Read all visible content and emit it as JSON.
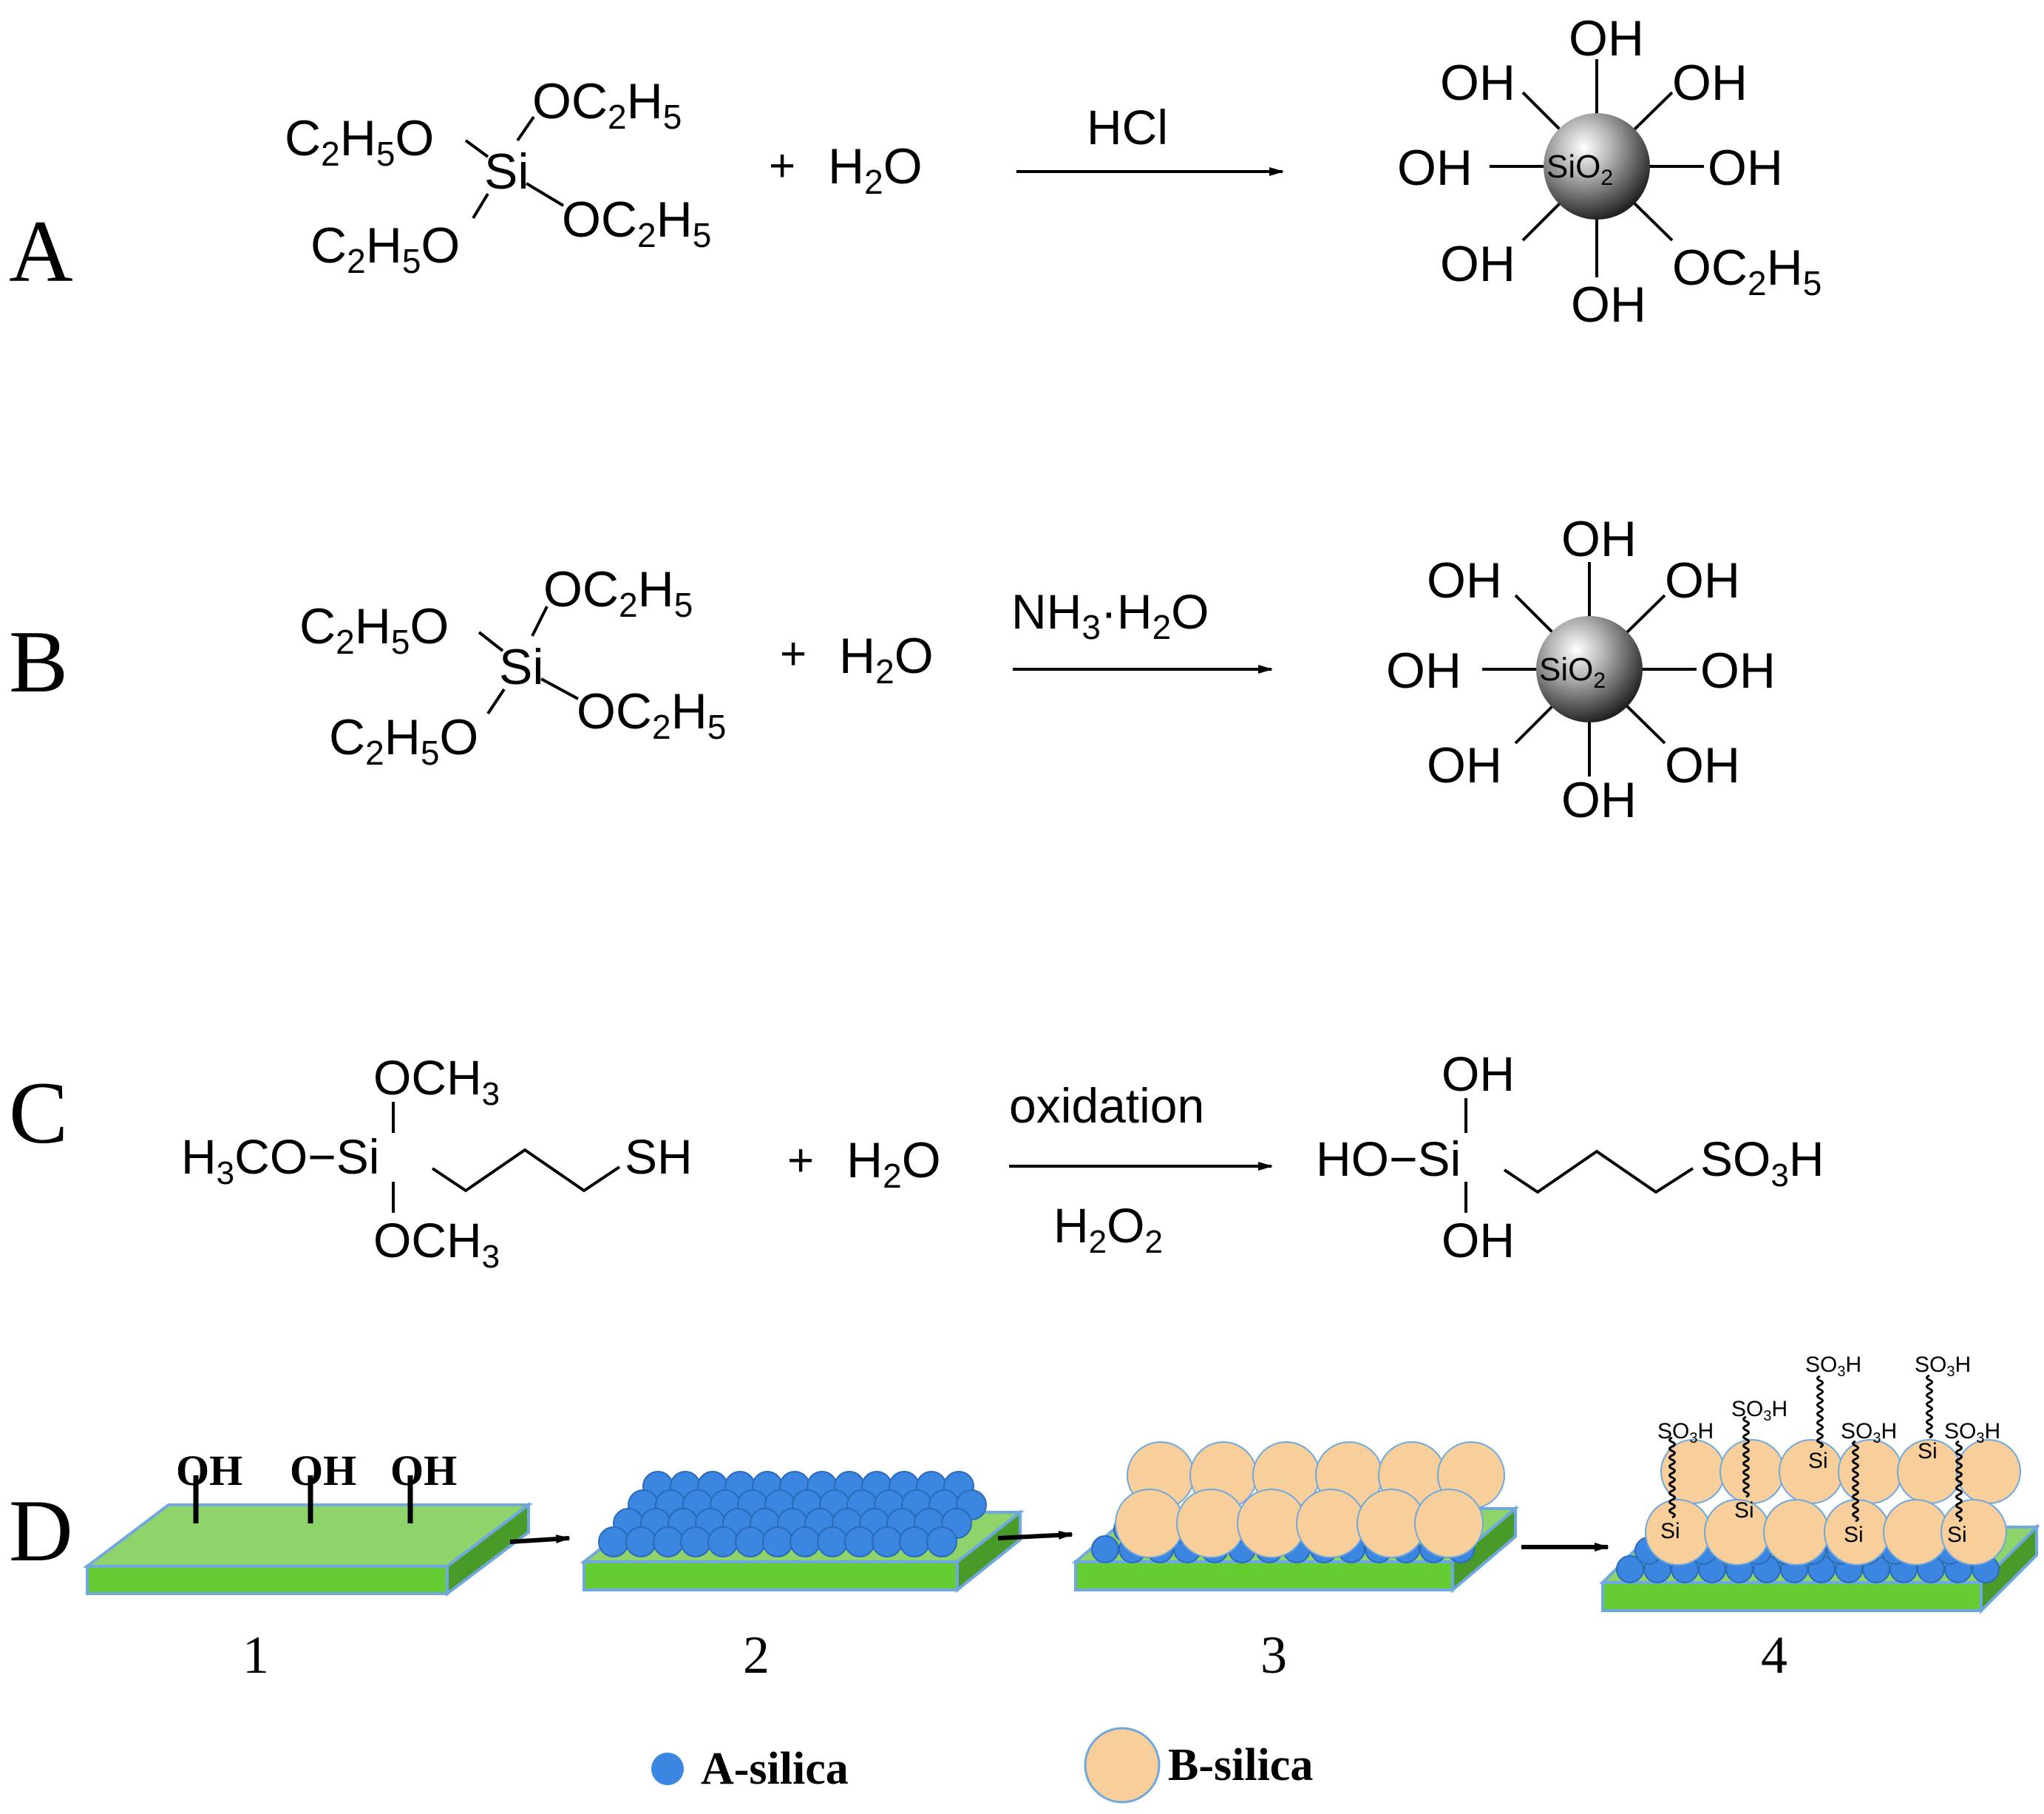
{
  "colors": {
    "plate_top": "#8ed46a",
    "plate_front": "#66cc33",
    "plate_edge": "#4a9a2a",
    "a_silica": "#3a86e0",
    "b_silica": "#f8cf9a",
    "b_silica_stroke": "#6fa8dc",
    "sio2_sphere": "#404040"
  },
  "panel_labels": {
    "a": "A",
    "b": "B",
    "c": "C",
    "d": "D"
  },
  "reaction_a": {
    "reagent": "H2O",
    "plus": "+",
    "catalyst": "HCl",
    "product_core": "SiO2",
    "product_groups": [
      "OH",
      "OH",
      "OH",
      "OH",
      "OH",
      "OH",
      "OH",
      "OC2H5"
    ]
  },
  "reaction_b": {
    "reagent": "H2O",
    "plus": "+",
    "catalyst": "NH3·H2O",
    "product_core": "SiO2",
    "product_groups": [
      "OH",
      "OH",
      "OH",
      "OH",
      "OH",
      "OH",
      "OH",
      "OH"
    ]
  },
  "reaction_c": {
    "reagent": "H2O",
    "plus": "+",
    "condition_top": "oxidation",
    "condition_bottom": "H2O2",
    "reactant_terminal": "SH",
    "product_terminal": "SO3H"
  },
  "stage_d": {
    "steps": [
      "1",
      "2",
      "3",
      "4"
    ],
    "surface_group": "OH",
    "graft_atom": "Si",
    "graft_group": "SO3H",
    "legend": [
      {
        "name": "A-silica"
      },
      {
        "name": "B-silica"
      }
    ]
  }
}
